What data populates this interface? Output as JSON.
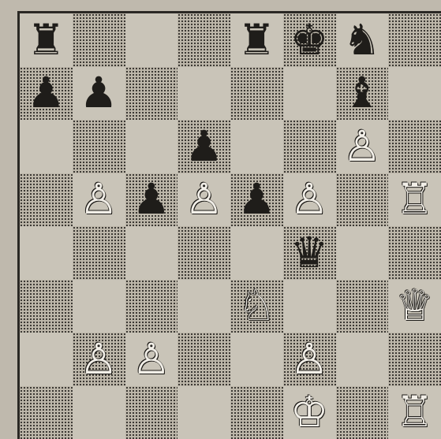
{
  "board": {
    "orientation": "white-bottom",
    "files": [
      "a",
      "b",
      "c",
      "d",
      "e",
      "f",
      "g",
      "h"
    ],
    "ranks": [
      "8",
      "7",
      "6",
      "5",
      "4",
      "3",
      "2",
      "1"
    ],
    "pieces": {
      "a8": {
        "color": "black",
        "type": "rook",
        "glyph": "♜"
      },
      "e8": {
        "color": "black",
        "type": "rook",
        "glyph": "♜"
      },
      "f8": {
        "color": "black",
        "type": "king",
        "glyph": "♚"
      },
      "g8": {
        "color": "black",
        "type": "knight",
        "glyph": "♞"
      },
      "a7": {
        "color": "black",
        "type": "pawn",
        "glyph": "♟"
      },
      "b7": {
        "color": "black",
        "type": "pawn",
        "glyph": "♟"
      },
      "g7": {
        "color": "black",
        "type": "bishop",
        "glyph": "♝"
      },
      "d6": {
        "color": "black",
        "type": "pawn",
        "glyph": "♟"
      },
      "g6": {
        "color": "white",
        "type": "pawn",
        "glyph": "♙"
      },
      "b5": {
        "color": "white",
        "type": "pawn",
        "glyph": "♙"
      },
      "c5": {
        "color": "black",
        "type": "pawn",
        "glyph": "♟"
      },
      "d5": {
        "color": "white",
        "type": "pawn",
        "glyph": "♙"
      },
      "e5": {
        "color": "black",
        "type": "pawn",
        "glyph": "♟"
      },
      "f5": {
        "color": "white",
        "type": "pawn",
        "glyph": "♙"
      },
      "h5": {
        "color": "white",
        "type": "rook",
        "glyph": "♖"
      },
      "f4": {
        "color": "black",
        "type": "queen",
        "glyph": "♛"
      },
      "e3": {
        "color": "white",
        "type": "knight",
        "glyph": "♘"
      },
      "h3": {
        "color": "white",
        "type": "queen",
        "glyph": "♕"
      },
      "b2": {
        "color": "white",
        "type": "pawn",
        "glyph": "♙"
      },
      "c2": {
        "color": "white",
        "type": "pawn",
        "glyph": "♙"
      },
      "f2": {
        "color": "white",
        "type": "pawn",
        "glyph": "♙"
      },
      "f1": {
        "color": "white",
        "type": "king",
        "glyph": "♔"
      },
      "h1": {
        "color": "white",
        "type": "rook",
        "glyph": "♖"
      }
    },
    "colors": {
      "light_square": "#c9c4b8",
      "dark_square_dots": "#2e2b27",
      "border": "#2a2824"
    }
  }
}
